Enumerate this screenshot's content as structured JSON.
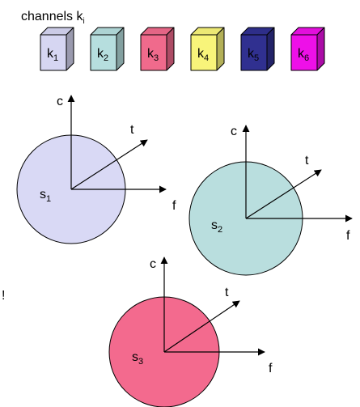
{
  "header": {
    "label": "channels k",
    "label_sub": "i"
  },
  "channels": [
    {
      "base": "k",
      "sub": "1",
      "color": "#d6d6f2"
    },
    {
      "base": "k",
      "sub": "2",
      "color": "#b6dede"
    },
    {
      "base": "k",
      "sub": "3",
      "color": "#f06a8c"
    },
    {
      "base": "k",
      "sub": "4",
      "color": "#f8f47a"
    },
    {
      "base": "k",
      "sub": "5",
      "color": "#303090"
    },
    {
      "base": "k",
      "sub": "6",
      "color": "#ee10e8"
    }
  ],
  "signals": [
    {
      "base": "s",
      "sub": "1",
      "color": "#d9d9f5",
      "axes": {
        "vertical": "c",
        "diagonal": "t",
        "horizontal": "f"
      }
    },
    {
      "base": "s",
      "sub": "2",
      "color": "#b9dede",
      "axes": {
        "vertical": "c",
        "diagonal": "t",
        "horizontal": "f"
      }
    },
    {
      "base": "s",
      "sub": "3",
      "color": "#f36a8e",
      "axes": {
        "vertical": "c",
        "diagonal": "t",
        "horizontal": "f"
      }
    }
  ],
  "side_mark": "!"
}
